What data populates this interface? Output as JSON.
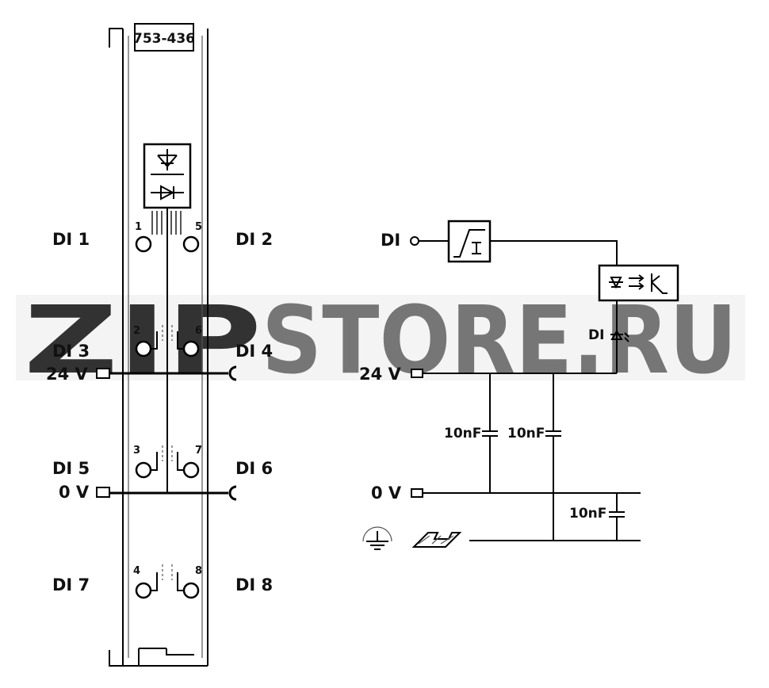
{
  "module": {
    "part_number": "753-436"
  },
  "left_labels": {
    "di1": "DI 1",
    "di2": "DI 2",
    "di3": "DI 3",
    "di4": "DI 4",
    "di5": "DI 5",
    "di6": "DI 6",
    "di7": "DI 7",
    "di8": "DI 8",
    "v24": "24 V",
    "v0": "0 V"
  },
  "terminal_numbers": [
    "1",
    "5",
    "2",
    "6",
    "3",
    "7",
    "4",
    "8"
  ],
  "schematic": {
    "di_input": "DI",
    "di_led": "DI",
    "v24": "24 V",
    "v0": "0 V",
    "cap1": "10nF",
    "cap2": "10nF",
    "cap3": "10nF"
  },
  "watermark": {
    "zip": "ZIP",
    "store": "STORE.RU"
  },
  "colors": {
    "watermark_orange": "#f2a865",
    "watermark_gray": "#9a9a9a"
  }
}
